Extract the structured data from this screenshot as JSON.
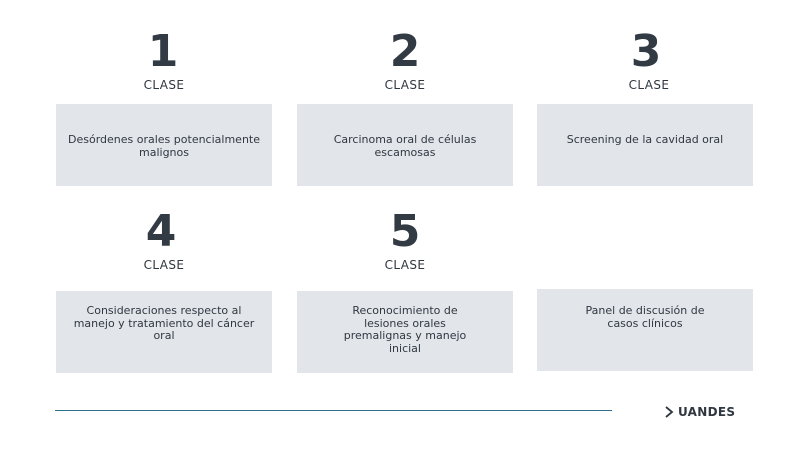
{
  "classes": [
    {
      "number": "1",
      "label": "CLASE",
      "topic": "Desórdenes orales potencialmente\nmalignos"
    },
    {
      "number": "2",
      "label": "CLASE",
      "topic": "Carcinoma oral de células\nescamosas"
    },
    {
      "number": "3",
      "label": "CLASE",
      "topic": "Screening de la cavidad oral"
    },
    {
      "number": "4",
      "label": "CLASE",
      "topic": "Consideraciones respecto al\nmanejo y tratamiento del cáncer\noral"
    },
    {
      "number": "5",
      "label": "CLASE",
      "topic": "Reconocimiento de\nlesiones orales\npremalignas y manejo\ninicial"
    }
  ],
  "panel": {
    "topic": "Panel de discusión de\ncasos clínicos"
  },
  "footer": {
    "brand": "UANDES",
    "chevron_icon": "chevron-right-icon",
    "rule_color": "#2e6f8e"
  },
  "colors": {
    "card_bg": "#e2e6ea",
    "number": "#323b44",
    "text": "#2f3740"
  }
}
